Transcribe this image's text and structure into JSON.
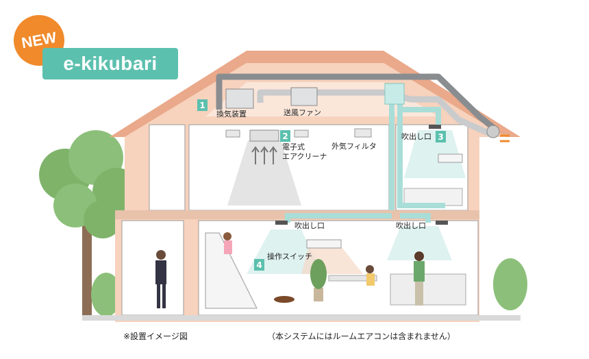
{
  "badge": {
    "new_label": "NEW",
    "brand_label": "e-kikubari"
  },
  "callouts": {
    "n1": "1",
    "n2": "2",
    "n3": "3",
    "n4": "4",
    "ventilation_unit": "換気装置",
    "supply_fan": "送風ファン",
    "air_cleaner_line1": "電子式",
    "air_cleaner_line2": "エアクリーナ",
    "outdoor_filter": "外気フィルタ",
    "outlet_upper": "吹出し口",
    "outlet_lower_left": "吹出し口",
    "outlet_lower_right": "吹出し口",
    "control_switch": "操作スイッチ"
  },
  "notes": {
    "installation_image": "※設置イメージ図",
    "no_room_ac": "（本システムにはルームエアコンは含まれません）"
  },
  "colors": {
    "badge_orange": "#f08a2b",
    "brand_teal": "#5cc0ae",
    "house_wall": "#f7d2bd",
    "exhaust_duct_gray": "#8a8d90",
    "supply_duct_teal": "#a9ddd8"
  }
}
